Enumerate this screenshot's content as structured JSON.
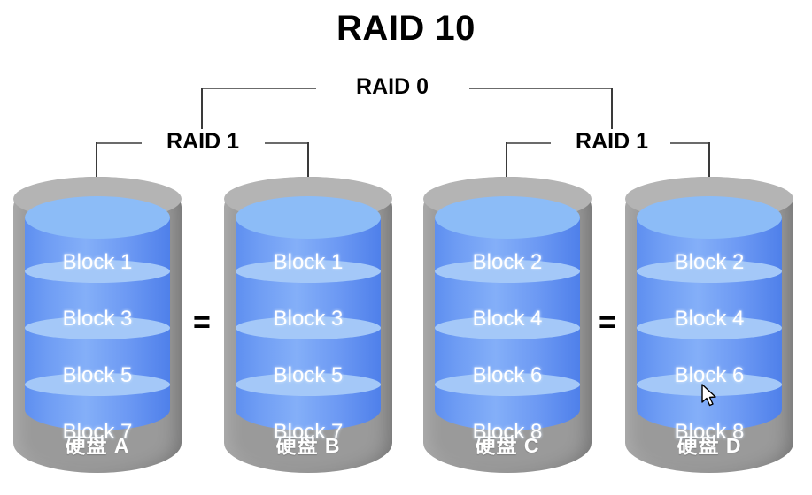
{
  "diagram": {
    "title": "RAID 10",
    "background_color": "#ffffff",
    "group_label_top": "RAID 0",
    "mirror_labels": [
      "RAID 1",
      "RAID 1"
    ],
    "equals_symbols": [
      "=",
      "="
    ],
    "colors": {
      "disk_case": "#9a9a9a",
      "disk_case_top": "#b4b4b4",
      "disk_body_blue": "#6b98f3",
      "disk_top_ellipse": "#8cbcf7",
      "divider_ring": "#a4c8f8",
      "text_on_disk": "#ffffff",
      "label_text": "#000000",
      "connector_line": "#3a3a3a"
    },
    "disks": [
      {
        "name": "硬盘 A",
        "blocks": [
          "Block 1",
          "Block 3",
          "Block 5",
          "Block 7"
        ]
      },
      {
        "name": "硬盘 B",
        "blocks": [
          "Block 1",
          "Block 3",
          "Block 5",
          "Block 7"
        ]
      },
      {
        "name": "硬盘 C",
        "blocks": [
          "Block 2",
          "Block 4",
          "Block 6",
          "Block 8"
        ]
      },
      {
        "name": "硬盘 D",
        "blocks": [
          "Block 2",
          "Block 4",
          "Block 6",
          "Block 8"
        ]
      }
    ]
  }
}
